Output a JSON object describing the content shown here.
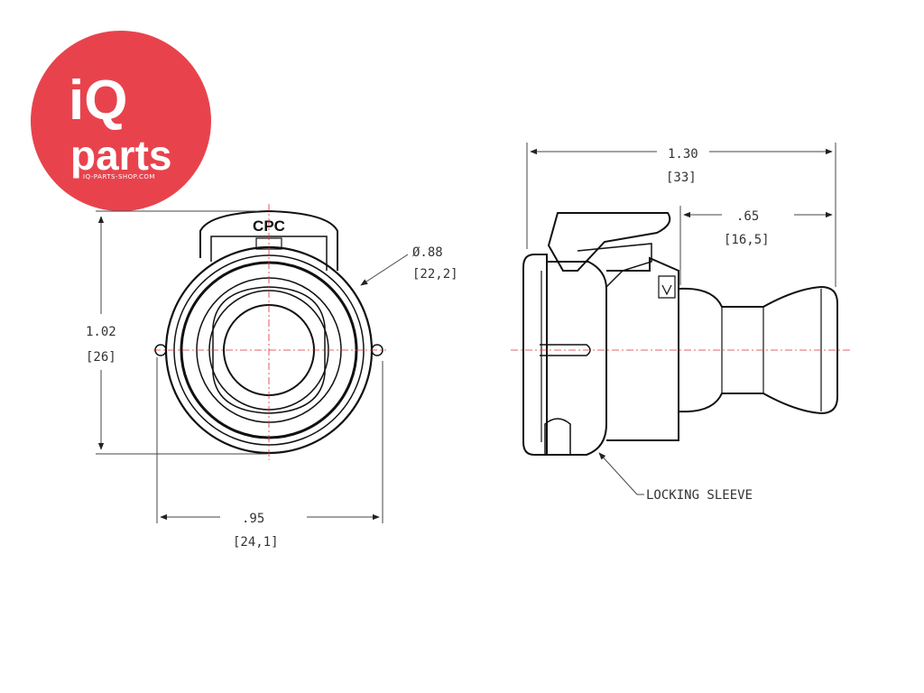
{
  "logo": {
    "brand_top": "iQ",
    "brand_bottom": "parts",
    "url": "IQ-PARTS-SHOP.COM",
    "color": "#e8434d"
  },
  "front_view": {
    "brand_mark": "CPC",
    "dim_height": {
      "value": "1.02",
      "metric": "[26]"
    },
    "dim_diameter": {
      "value": "Ø.88",
      "metric": "[22,2]"
    },
    "dim_width": {
      "value": ".95",
      "metric": "[24,1]"
    }
  },
  "side_view": {
    "dim_length": {
      "value": "1.30",
      "metric": "[33]"
    },
    "dim_tail": {
      "value": ".65",
      "metric": "[16,5]"
    },
    "callout": "LOCKING SLEEVE"
  },
  "colors": {
    "line": "#111111",
    "dim_line": "#444444",
    "center_line": "#e03030"
  }
}
